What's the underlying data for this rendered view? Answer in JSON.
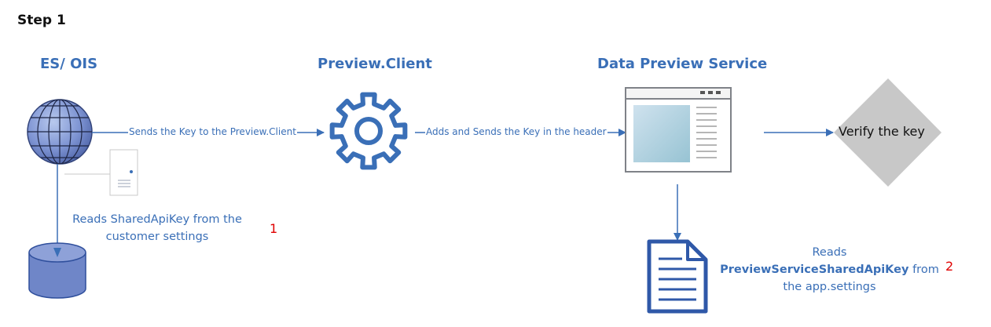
{
  "step_title": "Step 1",
  "nodes": {
    "es_ois": "ES/ OIS",
    "preview_client": "Preview.Client",
    "data_preview_service": "Data Preview Service",
    "verify": "Verify the key"
  },
  "edges": {
    "to_preview_client": "Sends the Key to the Preview.Client",
    "to_data_preview_service": "Adds and Sends the Key in the header"
  },
  "notes": {
    "customer_settings": {
      "line1": "Reads SharedApiKey from the",
      "line2": "customer settings",
      "marker": "1"
    },
    "app_settings": {
      "line1": "Reads",
      "key_name": "PreviewServiceSharedApiKey",
      "from": "from",
      "line3": "the app.settings",
      "marker": "2"
    }
  },
  "colors": {
    "accent": "#3a6fb7",
    "icon_fill": "#6f86c8",
    "diamond": "#c8c8c8",
    "marker": "#e00000"
  }
}
